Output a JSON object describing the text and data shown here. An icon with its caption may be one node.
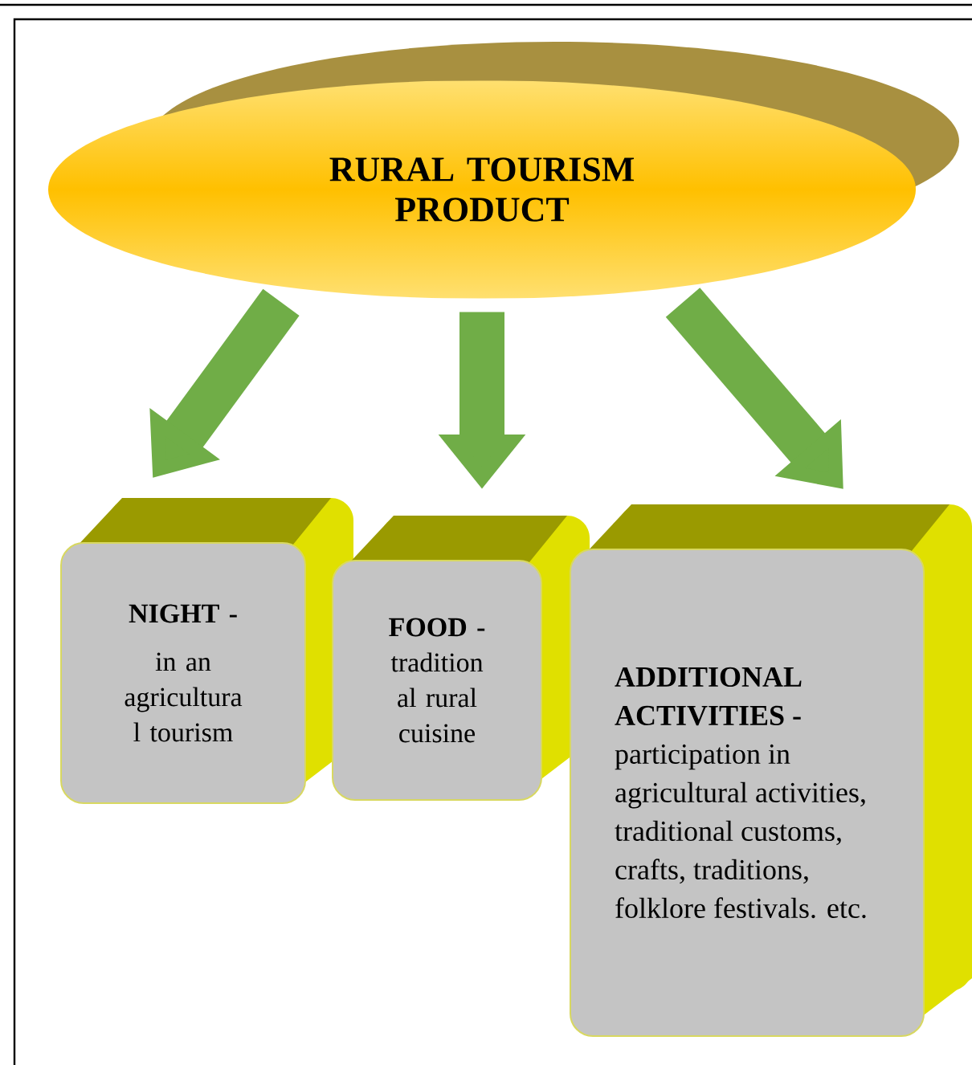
{
  "diagram": {
    "nodes": [
      {
        "text": [
          "RURAL TOURISM PRODUCT"
        ]
      },
      {
        "text": [
          "NIGHT -",
          "in an agricultura l tourism"
        ]
      },
      {
        "text": [
          "FOOD -",
          "tradition al rural cuisine"
        ]
      },
      {
        "text": [
          "ADDITIONAL ACTIVITIES -",
          "participation in agricultural activities, traditional customs, crafts, traditions, folklore festivals. etc."
        ]
      }
    ],
    "edges": [
      {
        "from": 0,
        "to": 1,
        "arrow": "to"
      },
      {
        "from": 0,
        "to": 2,
        "arrow": "to"
      },
      {
        "from": 0,
        "to": 3,
        "arrow": "to"
      }
    ]
  }
}
